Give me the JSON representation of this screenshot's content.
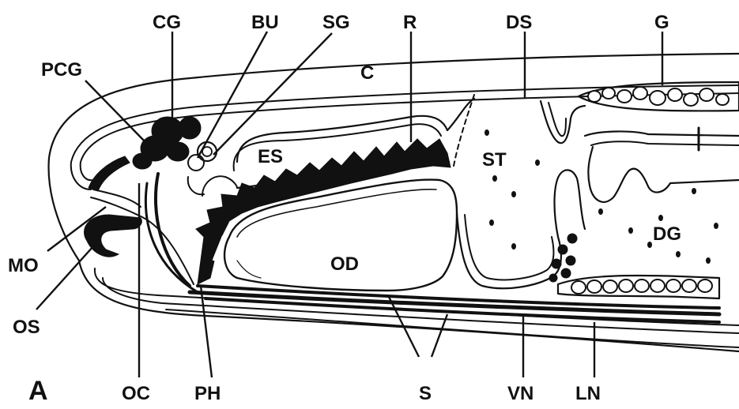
{
  "panel_letter": "A",
  "labels": {
    "CG": "CG",
    "BU": "BU",
    "SG": "SG",
    "R": "R",
    "DS": "DS",
    "G": "G",
    "PCG": "PCG",
    "C": "C",
    "ES": "ES",
    "ST": "ST",
    "DG": "DG",
    "OD": "OD",
    "MO": "MO",
    "OS": "OS",
    "OC": "OC",
    "PH": "PH",
    "S": "S",
    "VN": "VN",
    "LN": "LN"
  },
  "colors": {
    "ink": "#111111",
    "paper": "#ffffff"
  }
}
